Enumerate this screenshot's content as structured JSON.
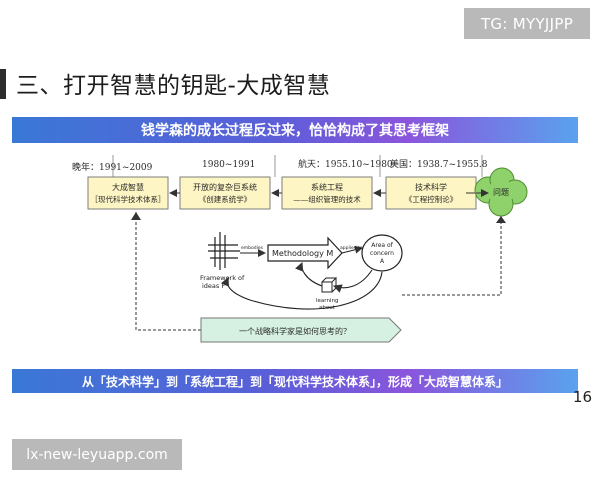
{
  "header": {
    "tg_label": "TG: MYYJJPP",
    "slide_title": "三、打开智慧的钥匙-大成智慧"
  },
  "banner_top": "钱学森的成长过程反过来，恰恰构成了其思考框架",
  "timeline": [
    {
      "period": "晚年：1991~2009",
      "line1": "大成智慧",
      "line2": "［现代科学技术体系］"
    },
    {
      "period": "1980~1991",
      "line1": "开放的复杂巨系统",
      "line2": "《创建系统学》"
    },
    {
      "period": "航天：1955.10~1980",
      "line1": "系统工程",
      "line2": "——组织管理的技术"
    },
    {
      "period": "美国：1938.7~1955.8",
      "line1": "技术科学",
      "line2": "《工程控制论》"
    }
  ],
  "problem_cloud": "问题",
  "sketch": {
    "methodology": "Methodology M",
    "area_line1": "Area of",
    "area_line2": "concern",
    "area_line3": "A",
    "framework_line1": "Framework of",
    "framework_line2": "ideas F",
    "learning_line1": "learning",
    "learning_line2": "about",
    "embodies": "embodies",
    "applied_to": "applied to"
  },
  "question_arrow": "一个战略科学家是如何思考的？",
  "banner_bottom": "从「技术科学」到「系统工程」到「现代科学技术体系」，形成「大成智慧体系」",
  "page_number": "16",
  "footer_url": "lx-new-leyuapp.com",
  "colors": {
    "box_fill": "#fdf5c3",
    "box_stroke": "#7e7e7e",
    "cloud_fill": "#8fd16a",
    "question_fill": "#d6f1e1",
    "dashed_line": "#333333"
  }
}
